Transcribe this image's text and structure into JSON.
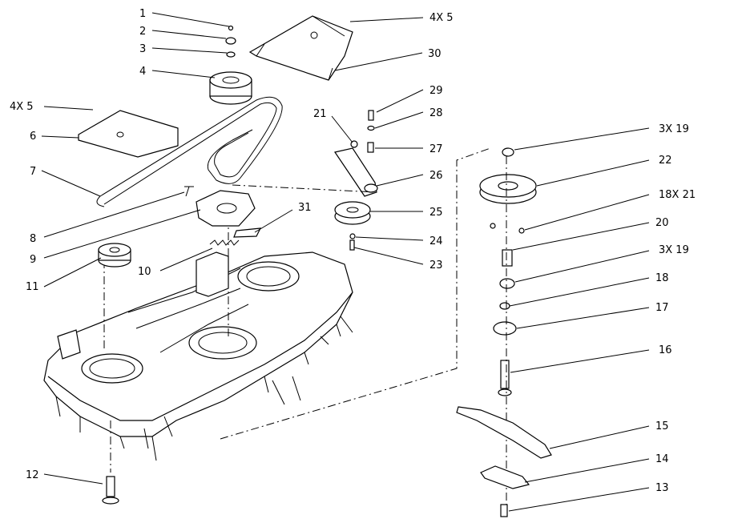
{
  "labels": {
    "l1": "1",
    "l2": "2",
    "l3": "3",
    "l4": "4",
    "l4x5a": "4X 5",
    "l6": "6",
    "l7": "7",
    "l8": "8",
    "l9": "9",
    "l10": "10",
    "l11": "11",
    "l12": "12",
    "l4x5b": "4X 5",
    "l30": "30",
    "l29": "29",
    "l21": "21",
    "l28": "28",
    "l27": "27",
    "l26": "26",
    "l25": "25",
    "l24": "24",
    "l23": "23",
    "l31": "31",
    "l3x19a": "3X 19",
    "l22": "22",
    "l18x21": "18X 21",
    "l20": "20",
    "l3x19b": "3X 19",
    "l18": "18",
    "l17": "17",
    "l16": "16",
    "l15": "15",
    "l14": "14",
    "l13": "13"
  }
}
